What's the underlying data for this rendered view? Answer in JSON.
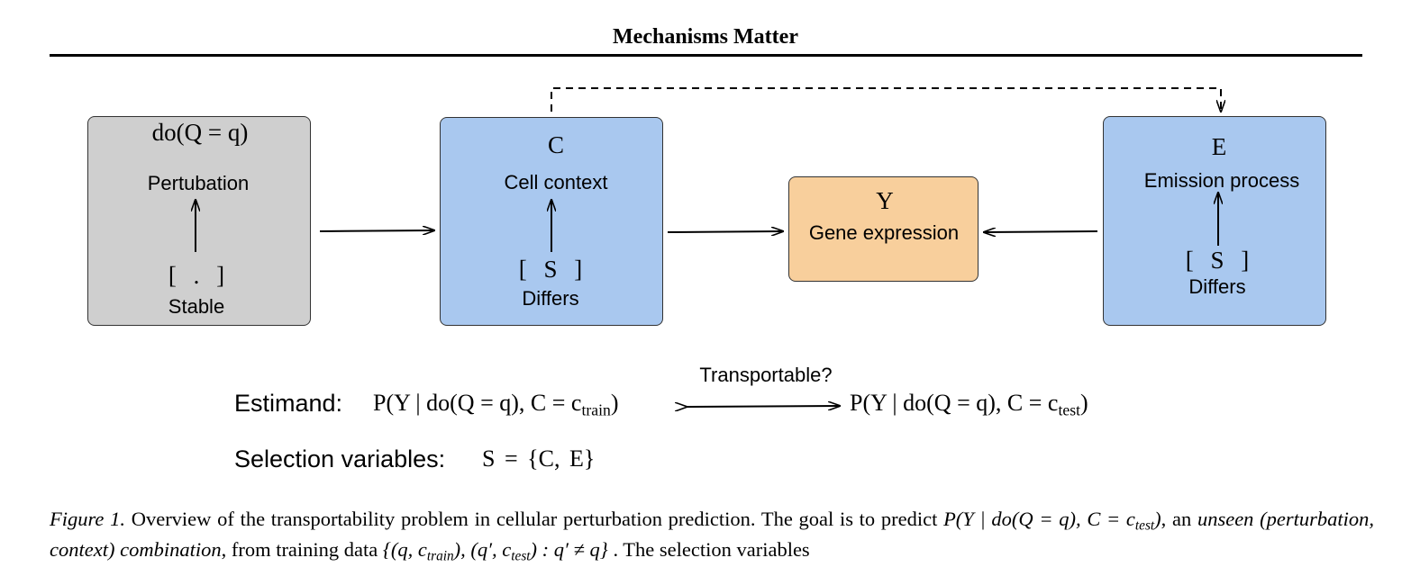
{
  "header": {
    "running_title": "Mechanisms Matter"
  },
  "diagram": {
    "nodes": {
      "perturbation": {
        "symbol": "do(Q = q)",
        "label": "Pertubation",
        "selection": "[ . ]",
        "status": "Stable"
      },
      "cell_context": {
        "symbol": "C",
        "label": "Cell context",
        "selection": "[ S ]",
        "status": "Differs"
      },
      "gene_expression": {
        "symbol": "Y",
        "label": "Gene expression"
      },
      "emission": {
        "symbol": "E",
        "label": "Emission process",
        "selection": "[ S ]",
        "status": "Differs"
      }
    },
    "transport_label": "Transportable?",
    "estimand": {
      "label": "Estimand:",
      "left_expr": "P(Y | do(Q = q), C = c",
      "left_sub": "train",
      "left_close": ")",
      "right_expr": "P(Y | do(Q = q), C = c",
      "right_sub": "test",
      "right_close": ")"
    },
    "selection_variables": {
      "label": "Selection variables:",
      "expr": "S = {C, E}"
    }
  },
  "caption": {
    "figure_label": "Figure 1.",
    "text_1": " Overview of the transportability problem in cellular perturbation prediction. The goal is to predict ",
    "math_1": "P(Y | do(Q = q), C = c",
    "math_1_sub": "test",
    "math_1_close": ")",
    "text_2": ", an ",
    "emph_1": "unseen (perturbation, context) combination",
    "text_3": ", from training data ",
    "math_2": "{(q, c",
    "math_2_sub1": "train",
    "math_2_mid": "), (q′, c",
    "math_2_sub2": "test",
    "math_2_close": ") : q′ ≠ q}",
    "text_4": " . The selection variables"
  }
}
